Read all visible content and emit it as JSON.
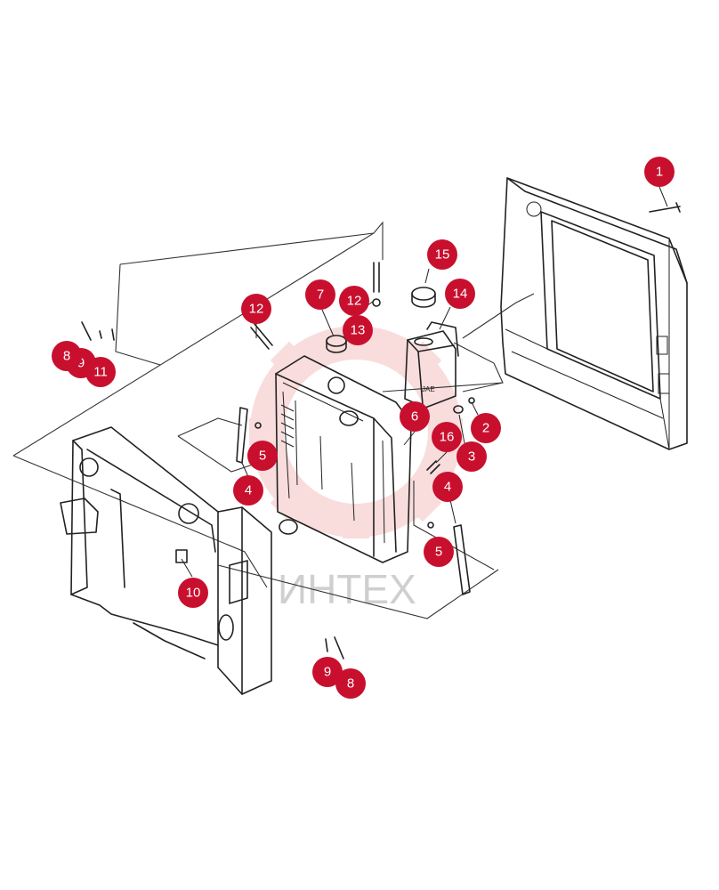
{
  "watermark": {
    "text": "ИНТЕХ",
    "color": "#f2b3b3"
  },
  "badge_color": "#c8102e",
  "callouts": [
    "1",
    "2",
    "3",
    "4",
    "4",
    "5",
    "5",
    "6",
    "7",
    "8",
    "8",
    "9",
    "9",
    "10",
    "11",
    "12",
    "12",
    "13",
    "14",
    "15",
    "16"
  ]
}
